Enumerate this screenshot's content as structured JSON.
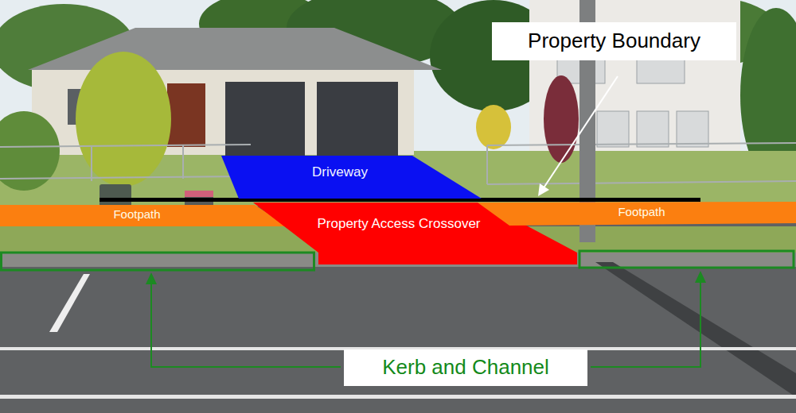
{
  "diagram": {
    "nodes": [
      {
        "text": [
          "Property Boundary"
        ]
      },
      {
        "text": [
          "Driveway"
        ]
      },
      {
        "text": [
          "Footpath"
        ]
      },
      {
        "text": [
          "Property Access Crossover"
        ]
      },
      {
        "text": [
          "Footpath"
        ]
      },
      {
        "text": [
          "Kerb and Channel"
        ]
      }
    ]
  }
}
